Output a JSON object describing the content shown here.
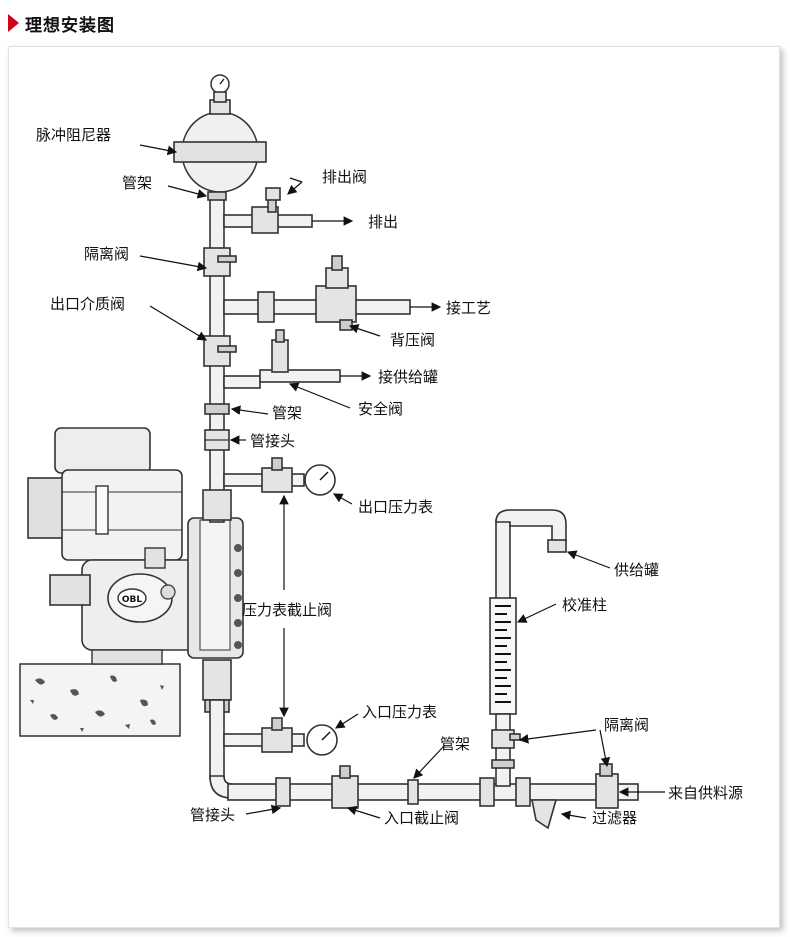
{
  "title": "理想安装图",
  "accent_color": "#d0021b",
  "pump_brand": "OBL",
  "labels": {
    "pulsation_damper": "脉冲阻尼器",
    "pipe_bracket_top": "管架",
    "drain_valve": "排出阀",
    "drain": "排出",
    "isolation_valve_left": "隔离阀",
    "outlet_media_valve": "出口介质阀",
    "to_process": "接工艺",
    "back_pressure_valve": "背压阀",
    "to_supply_tank": "接供给罐",
    "pipe_bracket_mid": "管架",
    "safety_valve": "安全阀",
    "pipe_union_top": "管接头",
    "outlet_pressure_gauge": "出口压力表",
    "supply_tank": "供给罐",
    "calibration_column": "校准柱",
    "gauge_shutoff_valve": "压力表截止阀",
    "inlet_pressure_gauge": "入口压力表",
    "isolation_valve_right": "隔离阀",
    "pipe_bracket_bottom": "管架",
    "from_supply_source": "来自供料源",
    "pipe_union_bottom": "管接头",
    "inlet_shutoff_valve": "入口截止阀",
    "filter": "过滤器"
  }
}
